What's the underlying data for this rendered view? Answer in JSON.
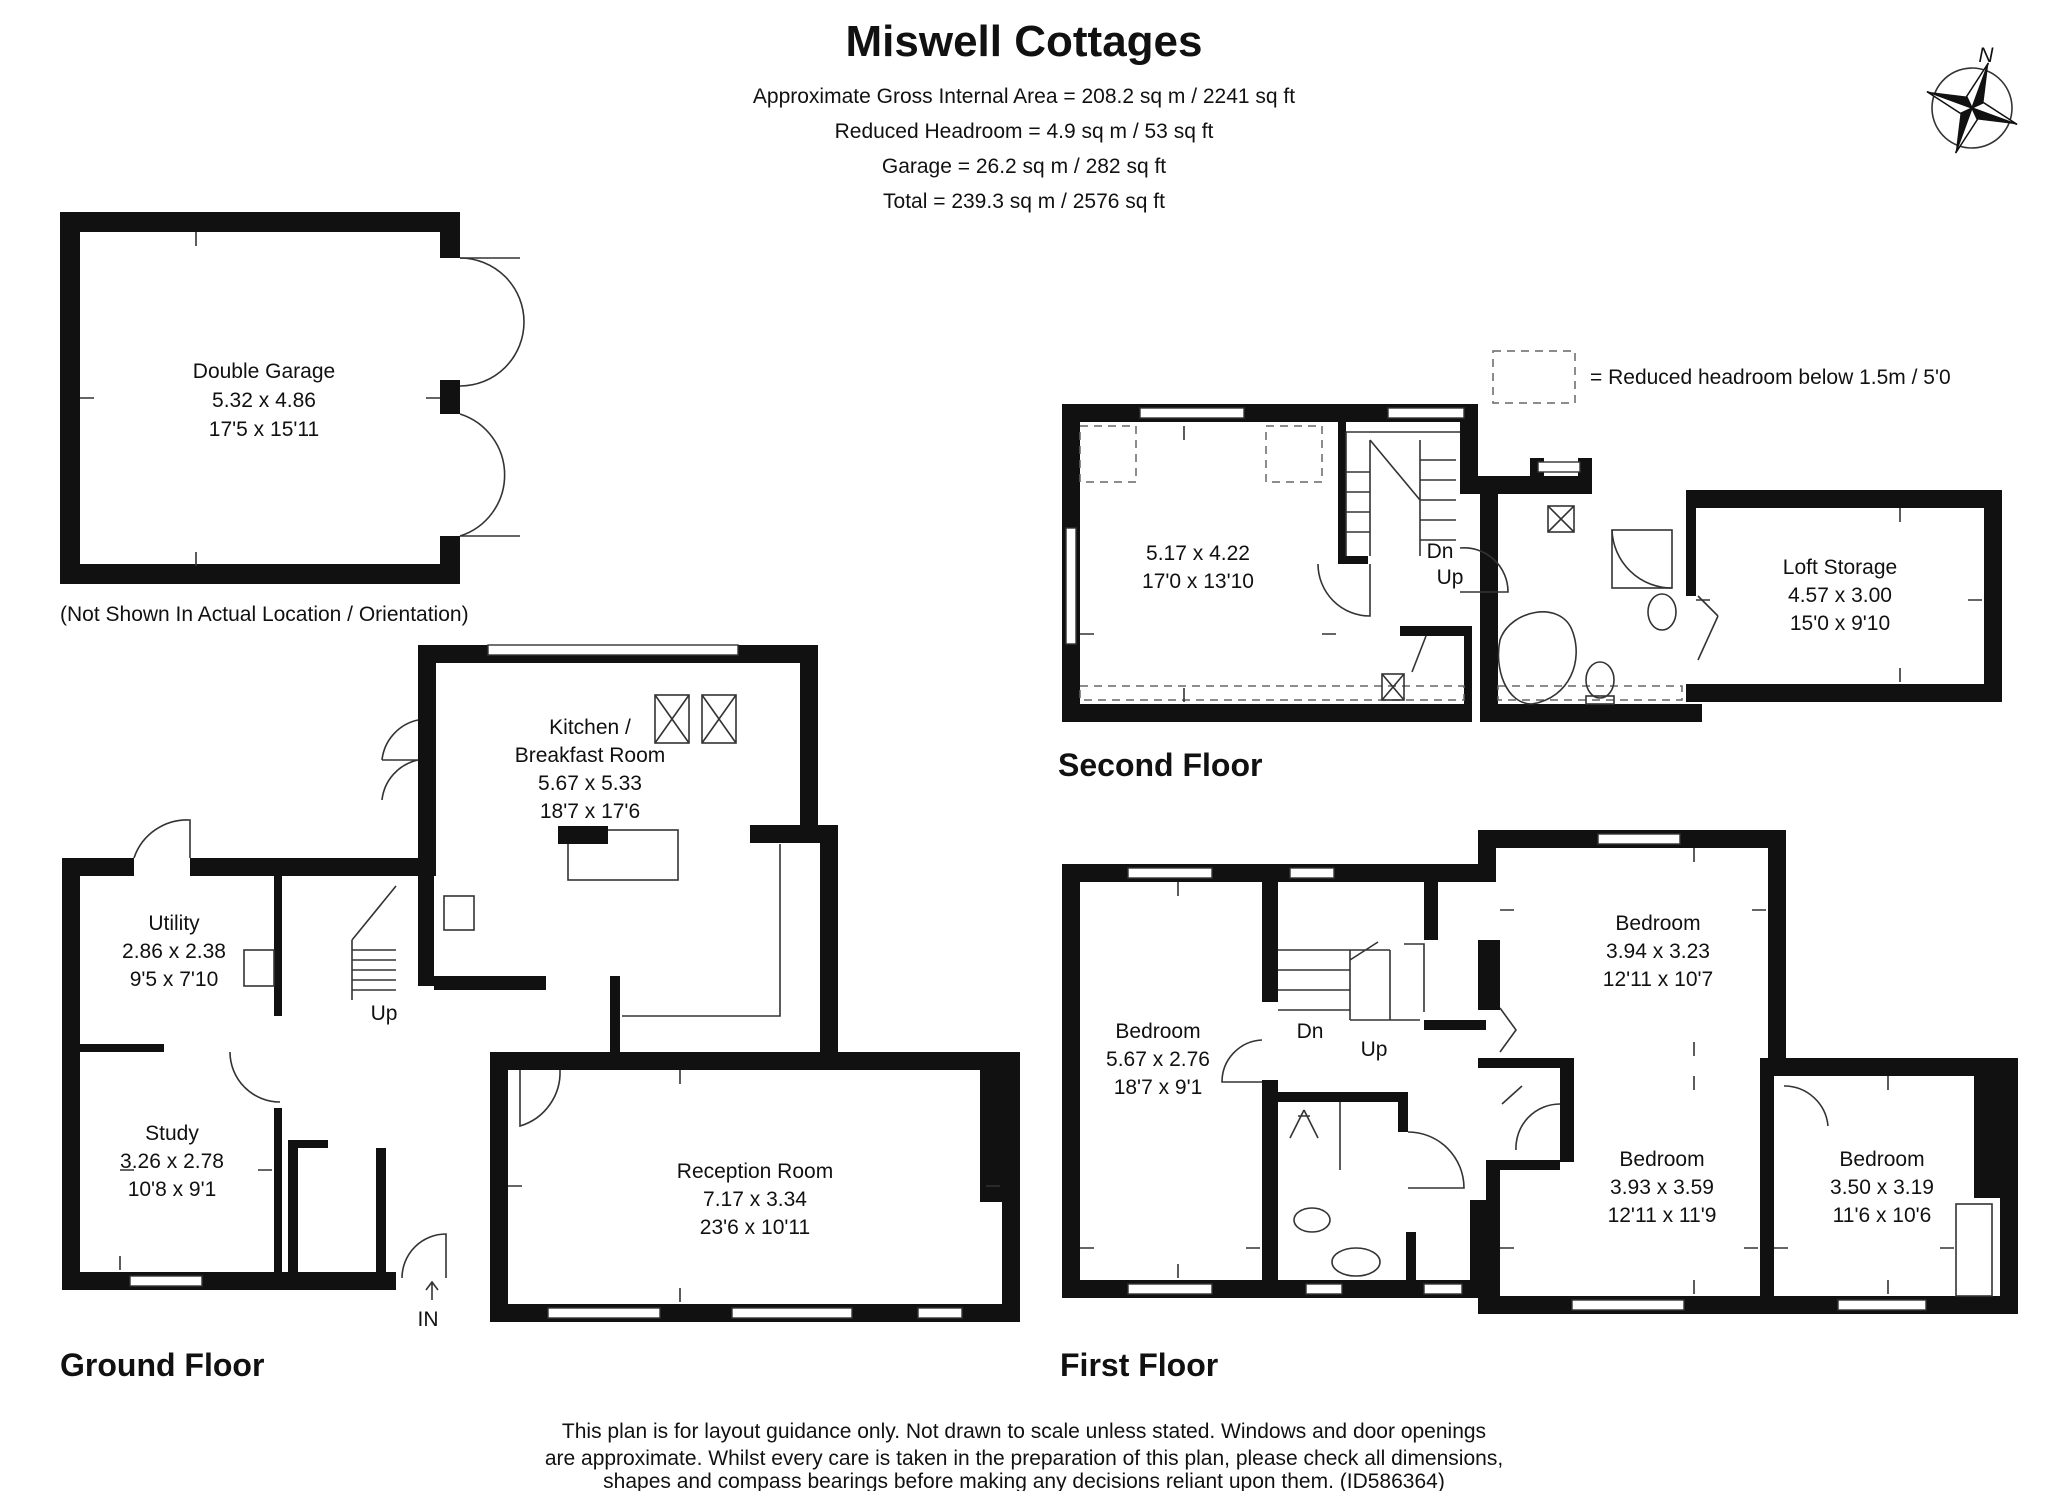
{
  "header": {
    "title": "Miswell Cottages",
    "areas": [
      "Approximate Gross Internal Area = 208.2 sq m / 2241 sq ft",
      "Reduced Headroom = 4.9 sq m / 53 sq ft",
      "Garage = 26.2 sq m / 282 sq ft",
      "Total = 239.3  sq m / 2576 sq ft"
    ]
  },
  "compass": {
    "label": "N"
  },
  "legend": {
    "text": "= Reduced headroom below 1.5m / 5'0"
  },
  "garage": {
    "name": "Double Garage",
    "metric": "5.32 x 4.86",
    "imperial": "17'5 x 15'11",
    "note": "(Not Shown In Actual Location / Orientation)"
  },
  "ground_floor": {
    "label": "Ground Floor",
    "rooms": [
      {
        "name": "Kitchen /",
        "name2": "Breakfast Room",
        "metric": "5.67 x 5.33",
        "imperial": "18'7 x 17'6"
      },
      {
        "name": "Utility",
        "metric": "2.86 x 2.38",
        "imperial": "9'5 x 7'10"
      },
      {
        "name": "Study",
        "metric": "3.26 x 2.78",
        "imperial": "10'8 x 9'1"
      },
      {
        "name": "Reception Room",
        "metric": "7.17 x 3.34",
        "imperial": "23'6 x 10'11"
      }
    ],
    "up": "Up",
    "entrance": "IN"
  },
  "second_floor": {
    "label": "Second Floor",
    "rooms": [
      {
        "name": "",
        "metric": "5.17 x 4.22",
        "imperial": "17'0 x 13'10"
      },
      {
        "name": "Loft Storage",
        "metric": "4.57 x 3.00",
        "imperial": "15'0 x 9'10"
      }
    ],
    "dn": "Dn",
    "up": "Up"
  },
  "first_floor": {
    "label": "First Floor",
    "rooms": [
      {
        "name": "Bedroom",
        "metric": "5.67 x 2.76",
        "imperial": "18'7 x 9'1"
      },
      {
        "name": "Bedroom",
        "metric": "3.94 x 3.23",
        "imperial": "12'11 x 10'7"
      },
      {
        "name": "Bedroom",
        "metric": "3.93 x 3.59",
        "imperial": "12'11 x 11'9"
      },
      {
        "name": "Bedroom",
        "metric": "3.50 x 3.19",
        "imperial": "11'6 x 10'6"
      }
    ],
    "dn": "Dn",
    "up": "Up"
  },
  "disclaimer": [
    "This plan is for layout guidance only. Not drawn to scale unless stated. Windows and door openings",
    "are approximate. Whilst every care is taken in the preparation of this plan, please check all dimensions,",
    "shapes and compass bearings before making any decisions reliant upon them. (ID586364)"
  ]
}
